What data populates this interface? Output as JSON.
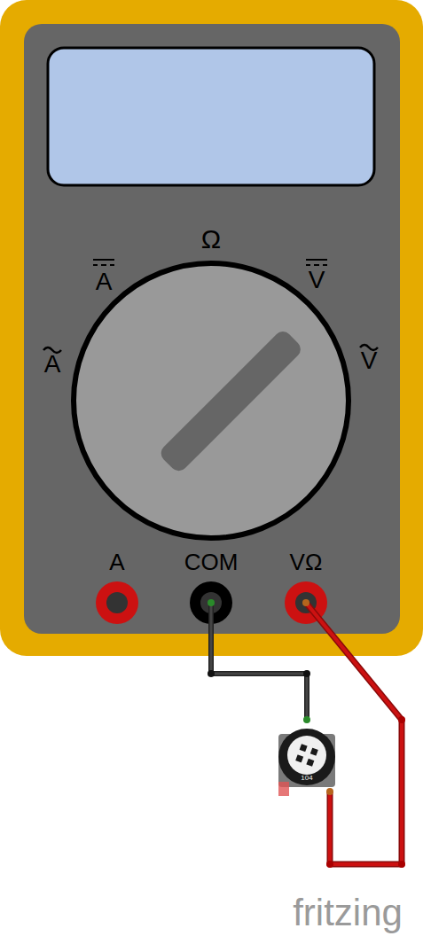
{
  "diagram": {
    "labels": [
      "Ω",
      "A",
      "V",
      "A",
      "V",
      "A",
      "COM",
      "VΩ",
      "104",
      "fritzing"
    ]
  }
}
